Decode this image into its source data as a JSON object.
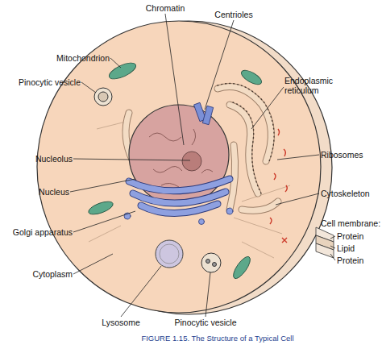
{
  "diagram": {
    "caption": "FIGURE 1.15. The Structure of a Typical Cell",
    "labels": [
      "Chromatin",
      "Centrioles",
      "Mitochondrion",
      "Pinocytic vesicle",
      "Endoplasmic reticulum",
      "Nucleolus",
      "Ribosomes",
      "Nucleus",
      "Cytoskeleton",
      "Golgi apparatus",
      "Cell membrane:",
      "Protein",
      "Lipid",
      "Protein",
      "Cytoplasm",
      "Lysosome",
      "Pinocytic vesicle"
    ]
  }
}
